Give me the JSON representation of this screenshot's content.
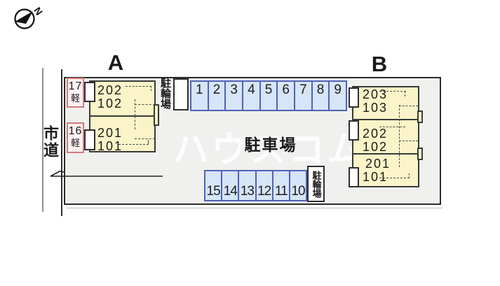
{
  "compass": {
    "north_label": "N"
  },
  "road": {
    "name": "市道"
  },
  "watermark": {
    "text": "ハウスコム"
  },
  "parking_lot": {
    "label": "駐車場"
  },
  "bicycle_parking": {
    "top_label": "駐輪場",
    "bottom_label": "駐輪場"
  },
  "buildings": {
    "a": {
      "label": "A",
      "units": [
        {
          "upper": "202",
          "lower": "102"
        },
        {
          "upper": "201",
          "lower": "101"
        }
      ]
    },
    "b": {
      "label": "B",
      "units": [
        {
          "upper": "203",
          "lower": "103"
        },
        {
          "upper": "202",
          "lower": "102"
        },
        {
          "upper": "201",
          "lower": "101"
        }
      ]
    }
  },
  "kei_parking": [
    {
      "number": "17",
      "type": "軽"
    },
    {
      "number": "16",
      "type": "軽"
    }
  ],
  "top_spaces": [
    "1",
    "2",
    "3",
    "4",
    "5",
    "6",
    "7",
    "8",
    "9"
  ],
  "bottom_spaces": [
    "15",
    "14",
    "13",
    "12",
    "11",
    "10"
  ],
  "colors": {
    "building_fill": "#FAF4C8",
    "parking_space_fill": "#D6E5F7",
    "parking_space_border": "#4F62B8",
    "kei_border": "#D37B7B",
    "kei_fill": "#FDF2F1",
    "site_fill": "#F0F0EE"
  }
}
